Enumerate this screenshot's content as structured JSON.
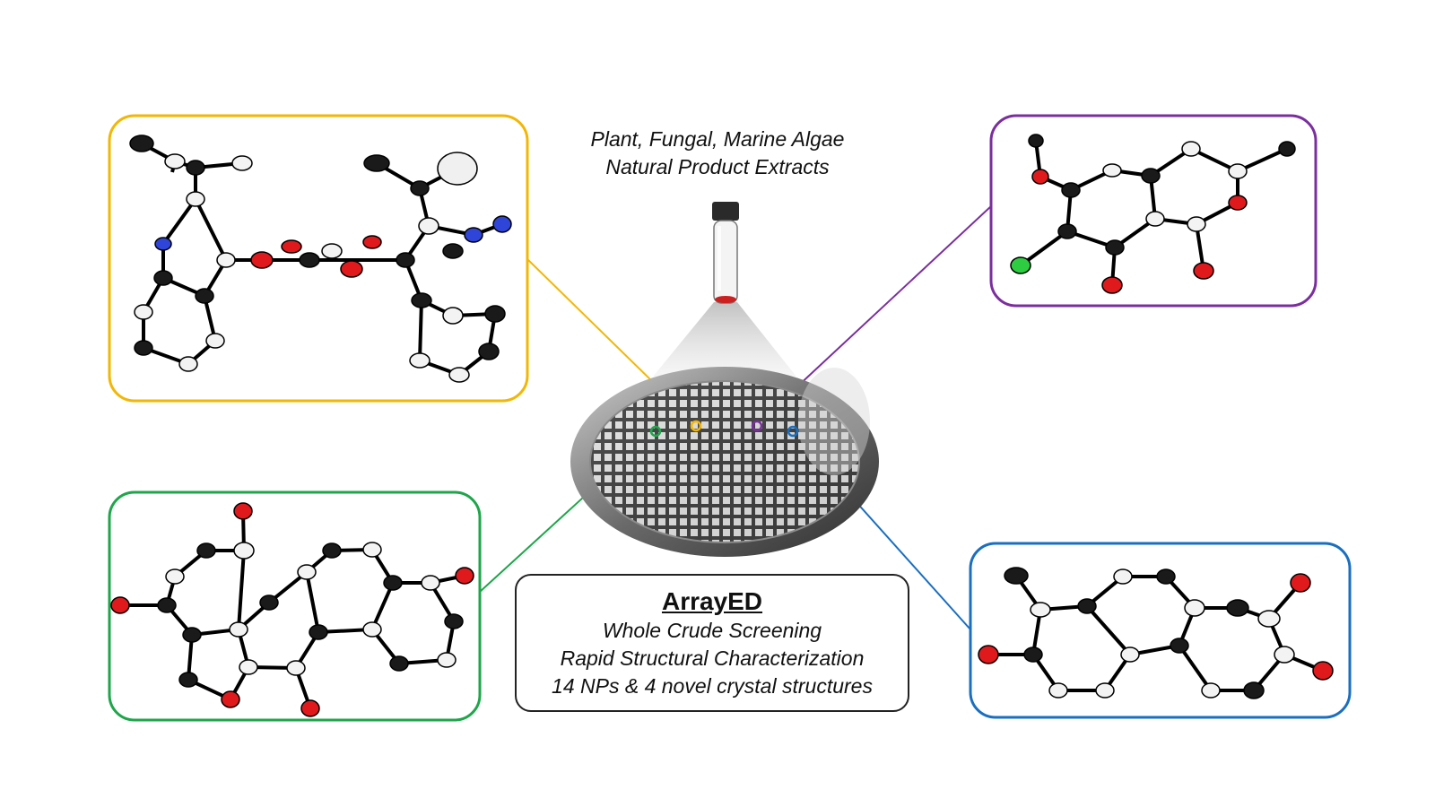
{
  "caption": {
    "line1": "Plant, Fungal, Marine Algae",
    "line2": "Natural Product Extracts"
  },
  "info": {
    "title": "ArrayED",
    "lines": [
      "Whole Crude Screening",
      "Rapid Structural Characterization",
      "14 NPs & 4 novel crystal structures"
    ]
  },
  "colors": {
    "yellow": "#f2b705",
    "purple": "#7b2f9e",
    "green": "#1ea64a",
    "blue": "#1a6fc0",
    "carbon": "#1a1a1a",
    "nitrogen": "#2f44d8",
    "oxygen": "#e0191c",
    "chlorine": "#2ecc40"
  },
  "icons": [
    "sample-vial-icon",
    "em-grid-icon"
  ]
}
